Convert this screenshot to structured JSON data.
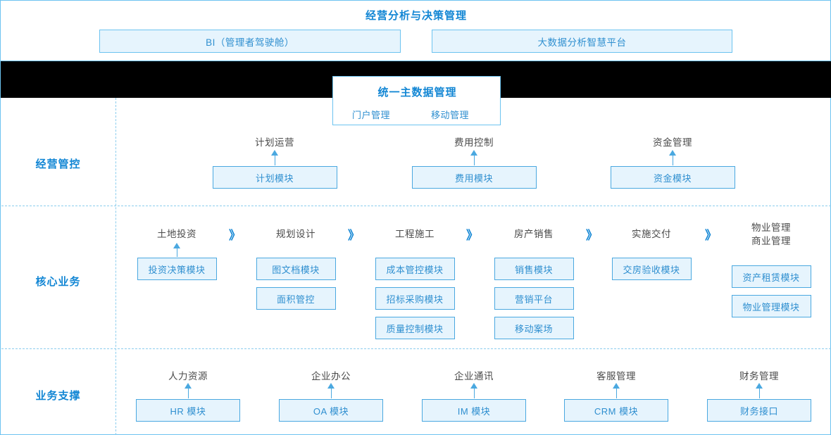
{
  "header": {
    "title": "经营分析与决策管理",
    "boxes": [
      {
        "label": "BI（管理者驾驶舱）"
      },
      {
        "label": "大数据分析智慧平台"
      }
    ]
  },
  "master_data": {
    "title": "统一主数据管理",
    "sub_items": [
      {
        "label": "门户管理"
      },
      {
        "label": "移动管理"
      }
    ]
  },
  "rows": [
    {
      "label": "经营管控",
      "columns": [
        {
          "caption": "计划运营",
          "modules": [
            {
              "label": "计划模块"
            }
          ],
          "arrow": true
        },
        {
          "caption": "费用控制",
          "modules": [
            {
              "label": "费用模块"
            }
          ],
          "arrow": true
        },
        {
          "caption": "资金管理",
          "modules": [
            {
              "label": "资金模块"
            }
          ],
          "arrow": true
        }
      ]
    },
    {
      "label": "核心业务",
      "columns": [
        {
          "caption": "土地投资",
          "modules": [
            {
              "label": "投资决策模块"
            }
          ],
          "arrow": true,
          "chevron": "》"
        },
        {
          "caption": "规划设计",
          "modules": [
            {
              "label": "图文档模块"
            },
            {
              "label": "面积管控"
            }
          ],
          "arrow": false,
          "chevron": "》"
        },
        {
          "caption": "工程施工",
          "modules": [
            {
              "label": "成本管控模块"
            },
            {
              "label": "招标采购模块"
            },
            {
              "label": "质量控制模块"
            }
          ],
          "arrow": false,
          "chevron": "》"
        },
        {
          "caption": "房产销售",
          "modules": [
            {
              "label": "销售模块"
            },
            {
              "label": "营销平台"
            },
            {
              "label": "移动案场"
            }
          ],
          "arrow": false,
          "chevron": "》"
        },
        {
          "caption": "实施交付",
          "modules": [
            {
              "label": "交房验收模块"
            }
          ],
          "arrow": false,
          "chevron": "》"
        },
        {
          "caption": "物业管理\n商业管理",
          "modules": [
            {
              "label": "资产租赁模块"
            },
            {
              "label": "物业管理模块"
            }
          ],
          "arrow": false
        }
      ]
    },
    {
      "label": "业务支撑",
      "columns": [
        {
          "caption": "人力资源",
          "modules": [
            {
              "label": "HR 模块"
            }
          ],
          "arrow": true
        },
        {
          "caption": "企业办公",
          "modules": [
            {
              "label": "OA 模块"
            }
          ],
          "arrow": true
        },
        {
          "caption": "企业通讯",
          "modules": [
            {
              "label": "IM 模块"
            }
          ],
          "arrow": true
        },
        {
          "caption": "客服管理",
          "modules": [
            {
              "label": "CRM 模块"
            }
          ],
          "arrow": true
        },
        {
          "caption": "财务管理",
          "modules": [
            {
              "label": "财务接口"
            }
          ],
          "arrow": true
        }
      ]
    }
  ],
  "colors": {
    "accent": "#1286d4",
    "module_border": "#4aa8e0",
    "module_fill": "#e6f4fd",
    "frame": "#6cc3f0",
    "caption": "#4a4a4a",
    "band": "#000000"
  }
}
